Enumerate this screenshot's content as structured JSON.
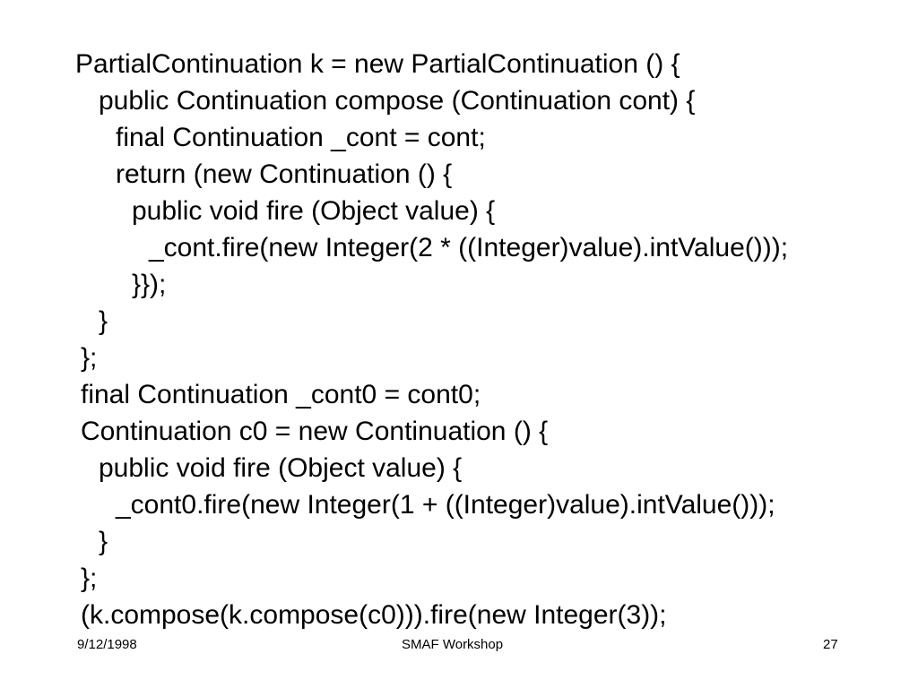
{
  "slide": {
    "code_lines": [
      "PartialContinuation k = new PartialContinuation () {",
      "public Continuation compose (Continuation cont) {",
      "final Continuation _cont = cont;",
      "return (new Continuation () {",
      "public void fire (Object value) {",
      "_cont.fire(new Integer(2 * ((Integer)value).intValue()));",
      "}});",
      "}",
      "};",
      "final Continuation _cont0 = cont0;",
      "Continuation c0 = new Continuation () {",
      "public void fire (Object value) {",
      "_cont0.fire(new Integer(1 + ((Integer)value).intValue()));",
      "}",
      "};",
      "(k.compose(k.compose(c0))).fire(new Integer(3));"
    ]
  },
  "footer": {
    "date": "9/12/1998",
    "title": "SMAF Workshop",
    "page_number": "27"
  }
}
